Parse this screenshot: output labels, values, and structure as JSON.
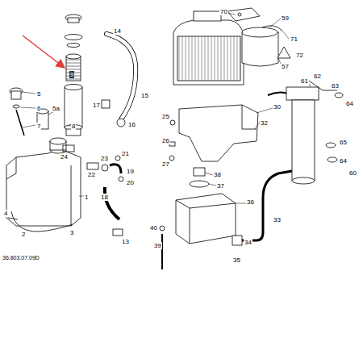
{
  "diagram": {
    "labels": [
      "70",
      "59",
      "71",
      "57",
      "72",
      "14",
      "9",
      "5",
      "6",
      "5a",
      "7",
      "8",
      "17",
      "15",
      "16",
      "24",
      "23",
      "21",
      "22",
      "19",
      "20",
      "18",
      "1",
      "4",
      "2",
      "3",
      "13",
      "36.803.07.09D",
      "25",
      "26",
      "27",
      "30",
      "32",
      "38",
      "37",
      "36",
      "33",
      "40",
      "39",
      "34",
      "35",
      "61",
      "62",
      "63",
      "64",
      "65",
      "64",
      "60"
    ]
  }
}
